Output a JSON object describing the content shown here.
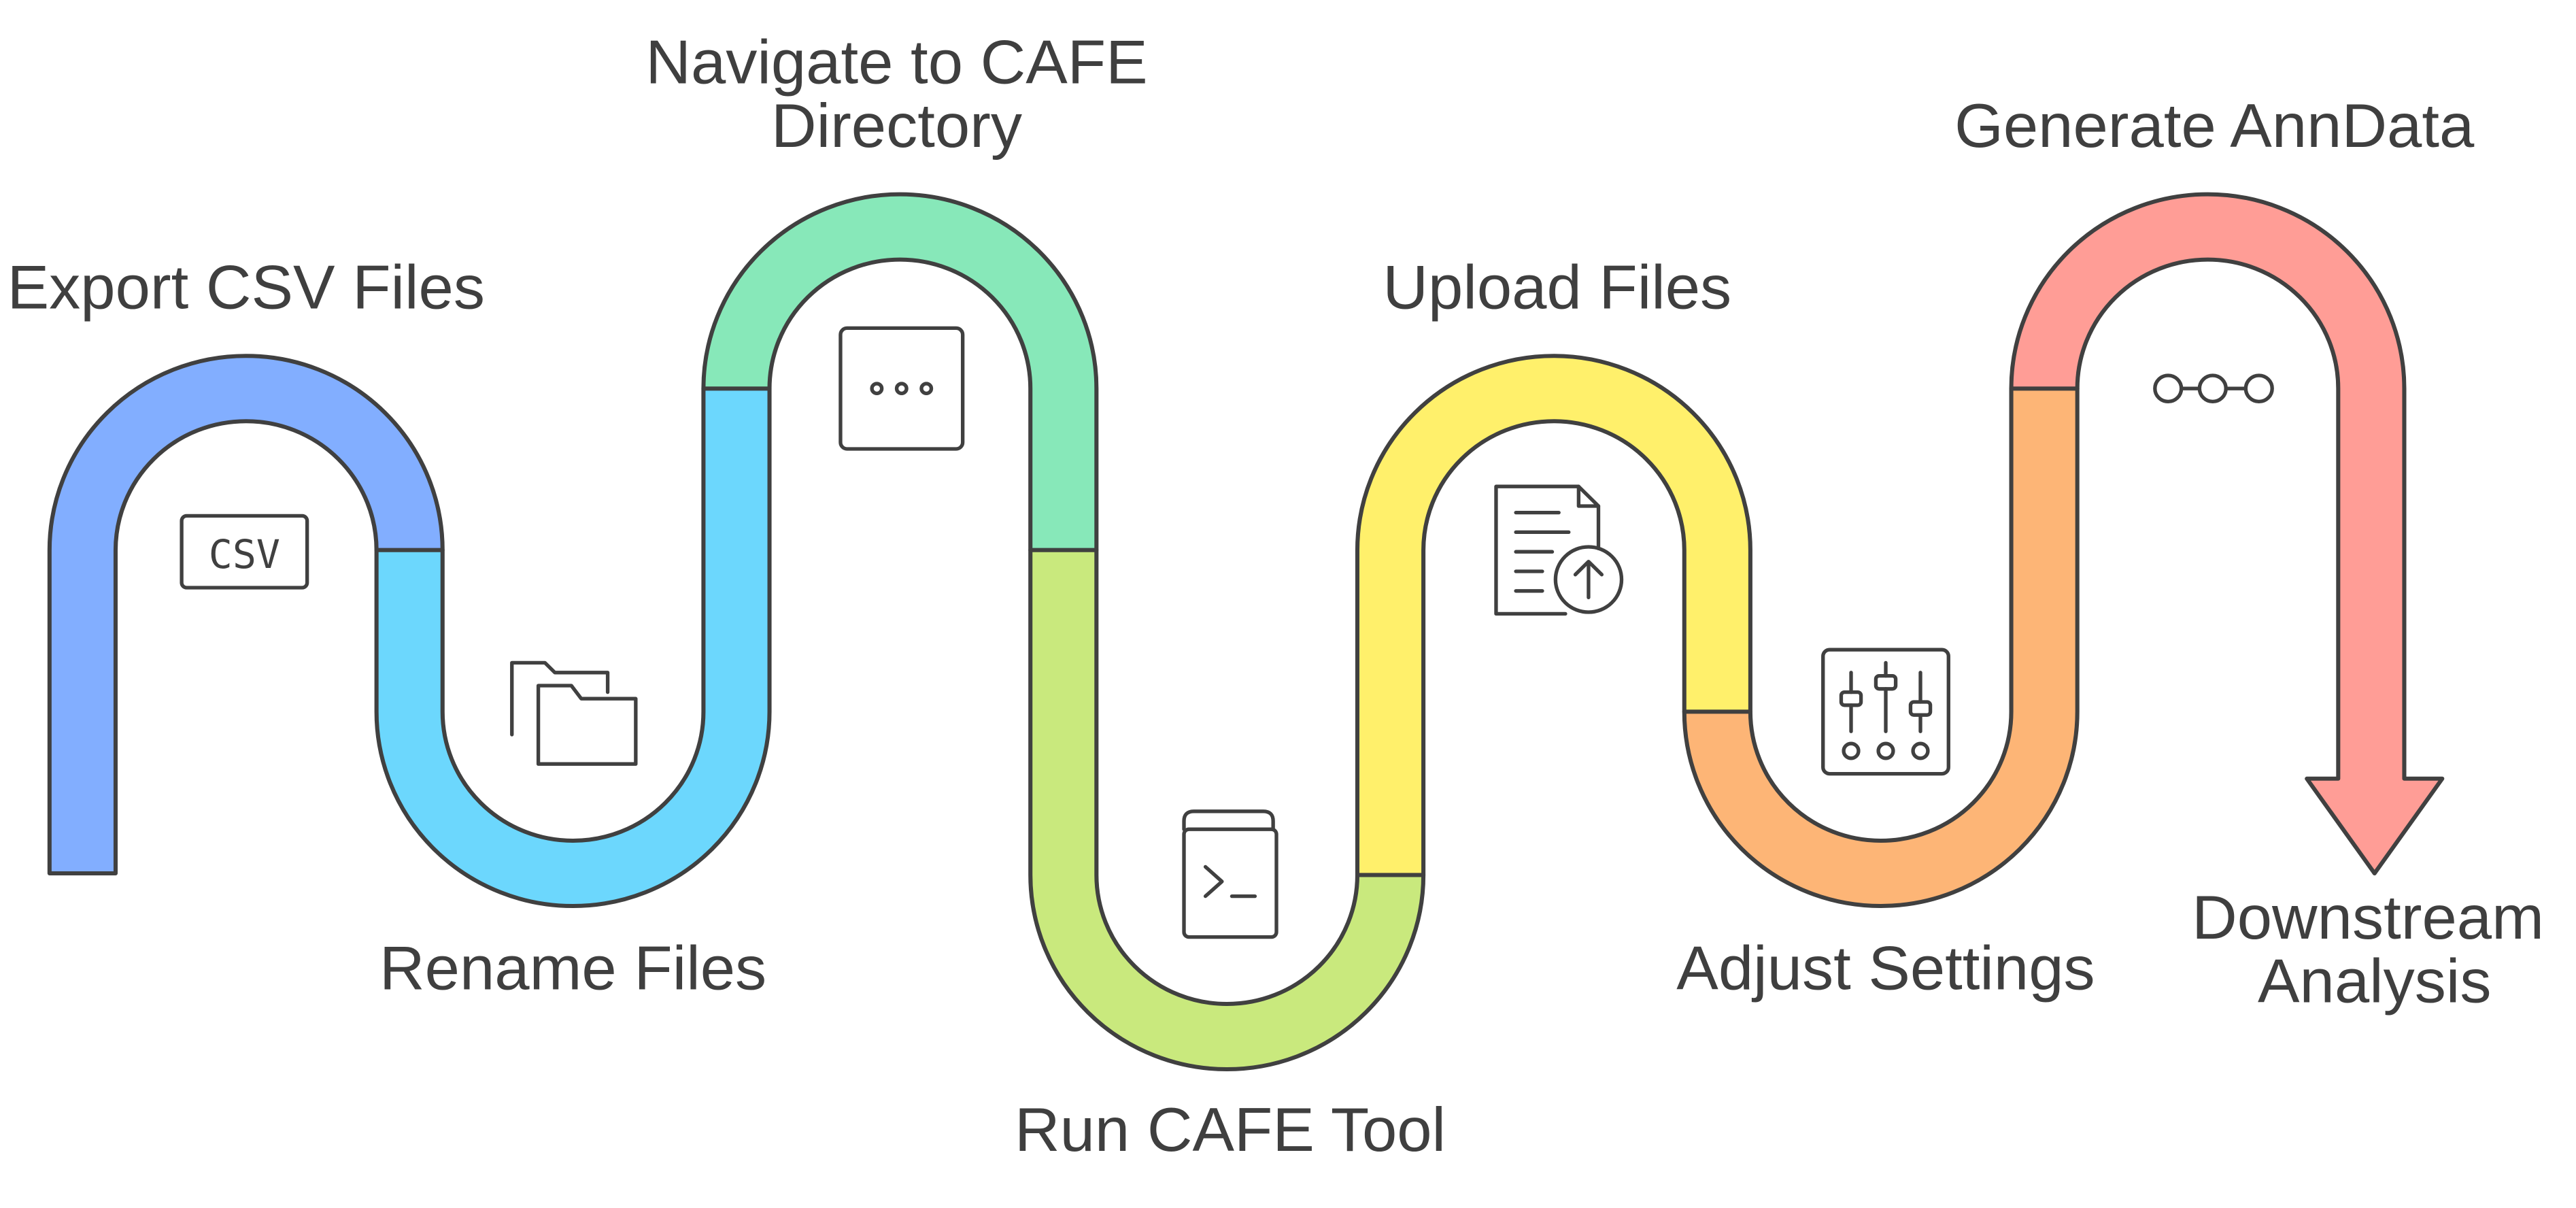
{
  "steps": [
    {
      "label": [
        "Export CSV Files"
      ],
      "color": "#82aeff",
      "icon": "csv-icon",
      "icon_text": "CSV"
    },
    {
      "label": [
        "Rename Files"
      ],
      "color": "#6cd7fd",
      "icon": "folders-icon"
    },
    {
      "label": [
        "Navigate to CAFE",
        "Directory"
      ],
      "color": "#87e8b9",
      "icon": "ellipsis-icon"
    },
    {
      "label": [
        "Run CAFE Tool"
      ],
      "color": "#c9e97d",
      "icon": "terminal-book-icon"
    },
    {
      "label": [
        "Upload Files"
      ],
      "color": "#fff06b",
      "icon": "file-upload-icon"
    },
    {
      "label": [
        "Adjust Settings"
      ],
      "color": "#fdb576",
      "icon": "sliders-icon"
    },
    {
      "label": [
        "Generate AnnData"
      ],
      "color": "#ff9d96",
      "icon": "nodes-icon"
    },
    {
      "label": [
        "Downstream",
        "Analysis"
      ],
      "color": "#ff9088",
      "icon": "arrow-end"
    }
  ]
}
